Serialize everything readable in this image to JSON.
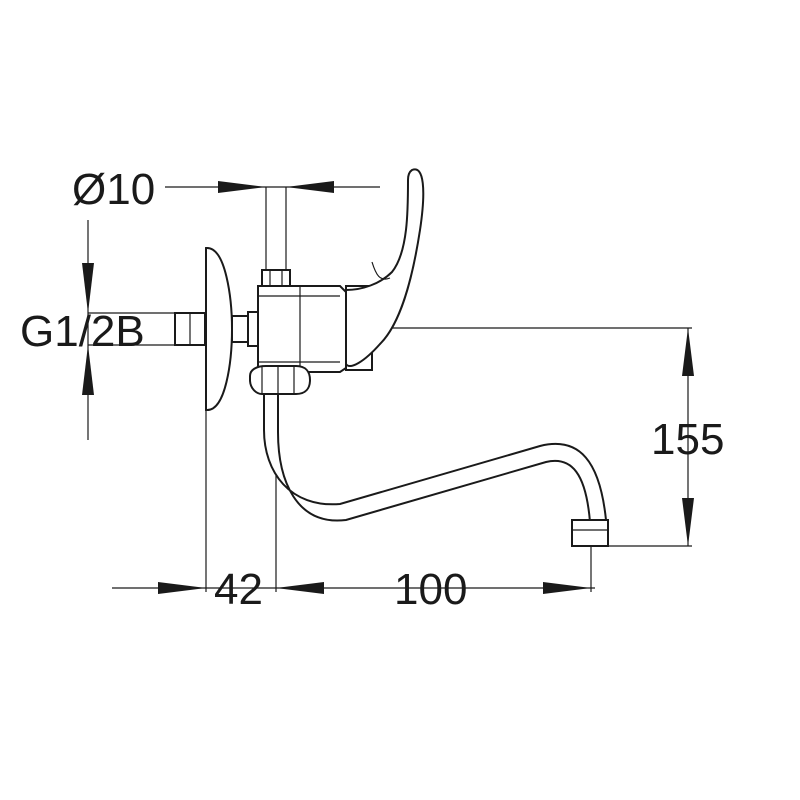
{
  "dimensions": {
    "pipe_diameter": "Ø10",
    "thread": "G1/2B",
    "height": "155",
    "wall_depth": "42",
    "spout_reach": "100"
  },
  "colors": {
    "line": "#1a1a1a",
    "background": "#ffffff"
  }
}
